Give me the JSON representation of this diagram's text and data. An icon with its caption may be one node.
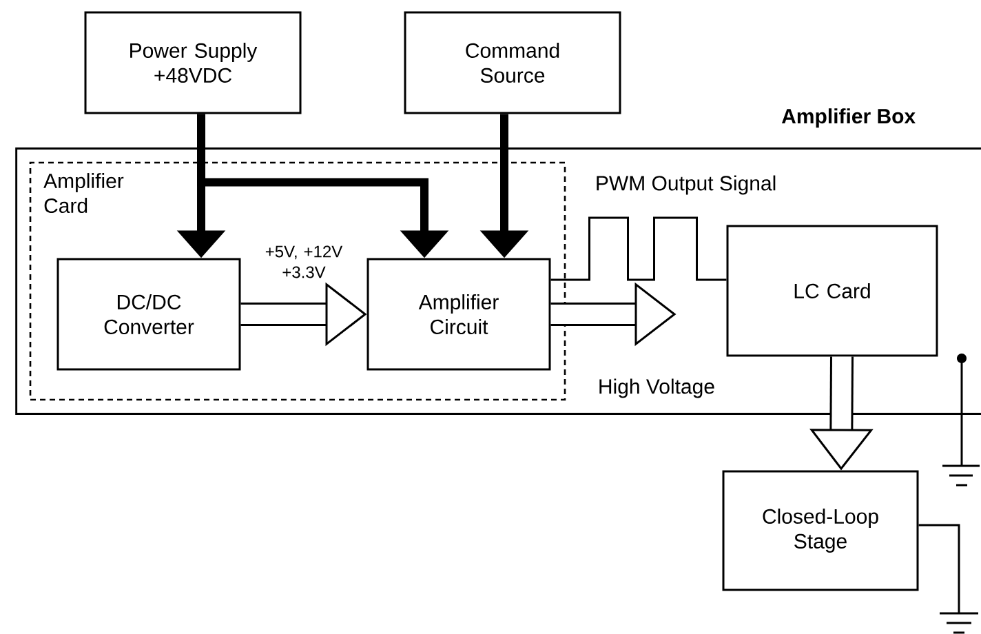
{
  "diagram": {
    "nodes": [
      {
        "text": [
          "Power Supply +48VDC"
        ]
      },
      {
        "text": [
          "Command Source"
        ]
      },
      {
        "text": [
          "Amplifier Box"
        ]
      },
      {
        "text": [
          "Amplifier Card"
        ],
        "in": 2
      },
      {
        "text": [
          "DC/DC Converter"
        ],
        "in": 3
      },
      {
        "text": [
          "Amplifier Circuit"
        ],
        "in": 3
      },
      {
        "text": [
          "LC Card"
        ],
        "in": 2
      },
      {
        "text": [
          "Closed-Loop Stage"
        ]
      }
    ],
    "edges": [
      {
        "from": 0,
        "to": 4,
        "arrow": "to"
      },
      {
        "from": 0,
        "to": 5,
        "arrow": "to"
      },
      {
        "from": 1,
        "to": 5,
        "arrow": "to"
      },
      {
        "from": 4,
        "to": 5,
        "arrow": "to",
        "label": "+5V, +12V +3.3V",
        "style": "thick"
      },
      {
        "from": 5,
        "to": 6,
        "arrow": "none",
        "label": "PWM Output Signal"
      },
      {
        "from": 5,
        "to": null,
        "arrow": "to",
        "label": "High Voltage",
        "style": "thick"
      },
      {
        "from": 6,
        "to": 7,
        "arrow": "to",
        "style": "thick"
      }
    ]
  }
}
